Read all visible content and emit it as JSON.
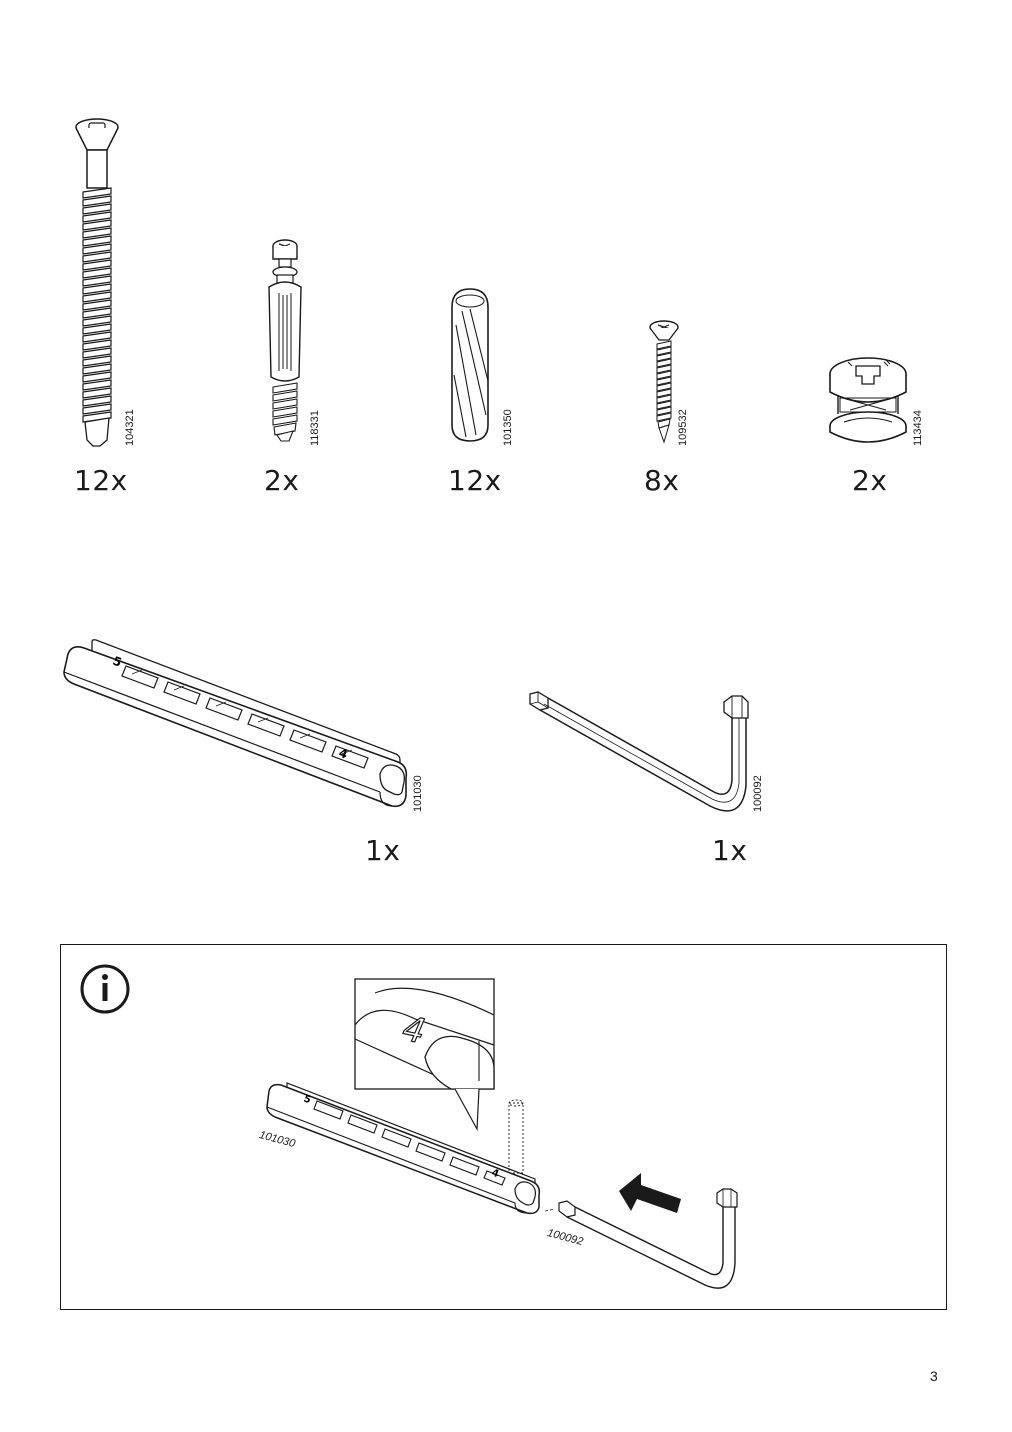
{
  "parts": [
    {
      "code": "104321",
      "quantity": "12x",
      "icon": "screw-long-icon"
    },
    {
      "code": "118331",
      "quantity": "2x",
      "icon": "dowel-pin-icon"
    },
    {
      "code": "101350",
      "quantity": "12x",
      "icon": "wooden-dowel-icon"
    },
    {
      "code": "109532",
      "quantity": "8x",
      "icon": "small-screw-icon"
    },
    {
      "code": "113434",
      "quantity": "2x",
      "icon": "cam-lock-icon"
    },
    {
      "code": "101030",
      "quantity": "1x",
      "icon": "shelf-pin-gauge-icon"
    },
    {
      "code": "100092",
      "quantity": "1x",
      "icon": "hex-key-icon"
    }
  ],
  "info": {
    "icon": "info-icon",
    "gauge_code": "101030",
    "key_code": "100092",
    "detail_number": "4"
  },
  "page_number": "3"
}
